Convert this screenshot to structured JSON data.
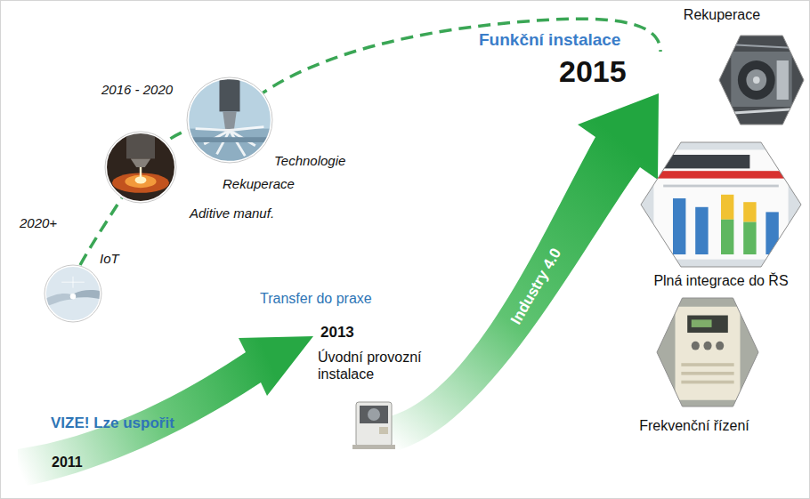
{
  "diagram": {
    "nodes": [
      {
        "text": [
          "Rekuperace"
        ]
      },
      {
        "text": [
          "Plná integrace do ŘS"
        ]
      },
      {
        "text": [
          "Frekvenční řízení"
        ]
      },
      {
        "text": [
          "Technologie"
        ]
      },
      {
        "text": [
          "2016 - 2020",
          "Aditive manuf."
        ]
      },
      {
        "text": [
          "2020+",
          "IoT"
        ]
      }
    ],
    "labels": [
      "VIZE! Lze uspořit",
      "2011",
      "Transfer do praxe",
      "2013",
      "Úvodní provozní instalace",
      "Industry 4.0",
      "Funkční instalace",
      "2015",
      "Rekuperace"
    ]
  }
}
